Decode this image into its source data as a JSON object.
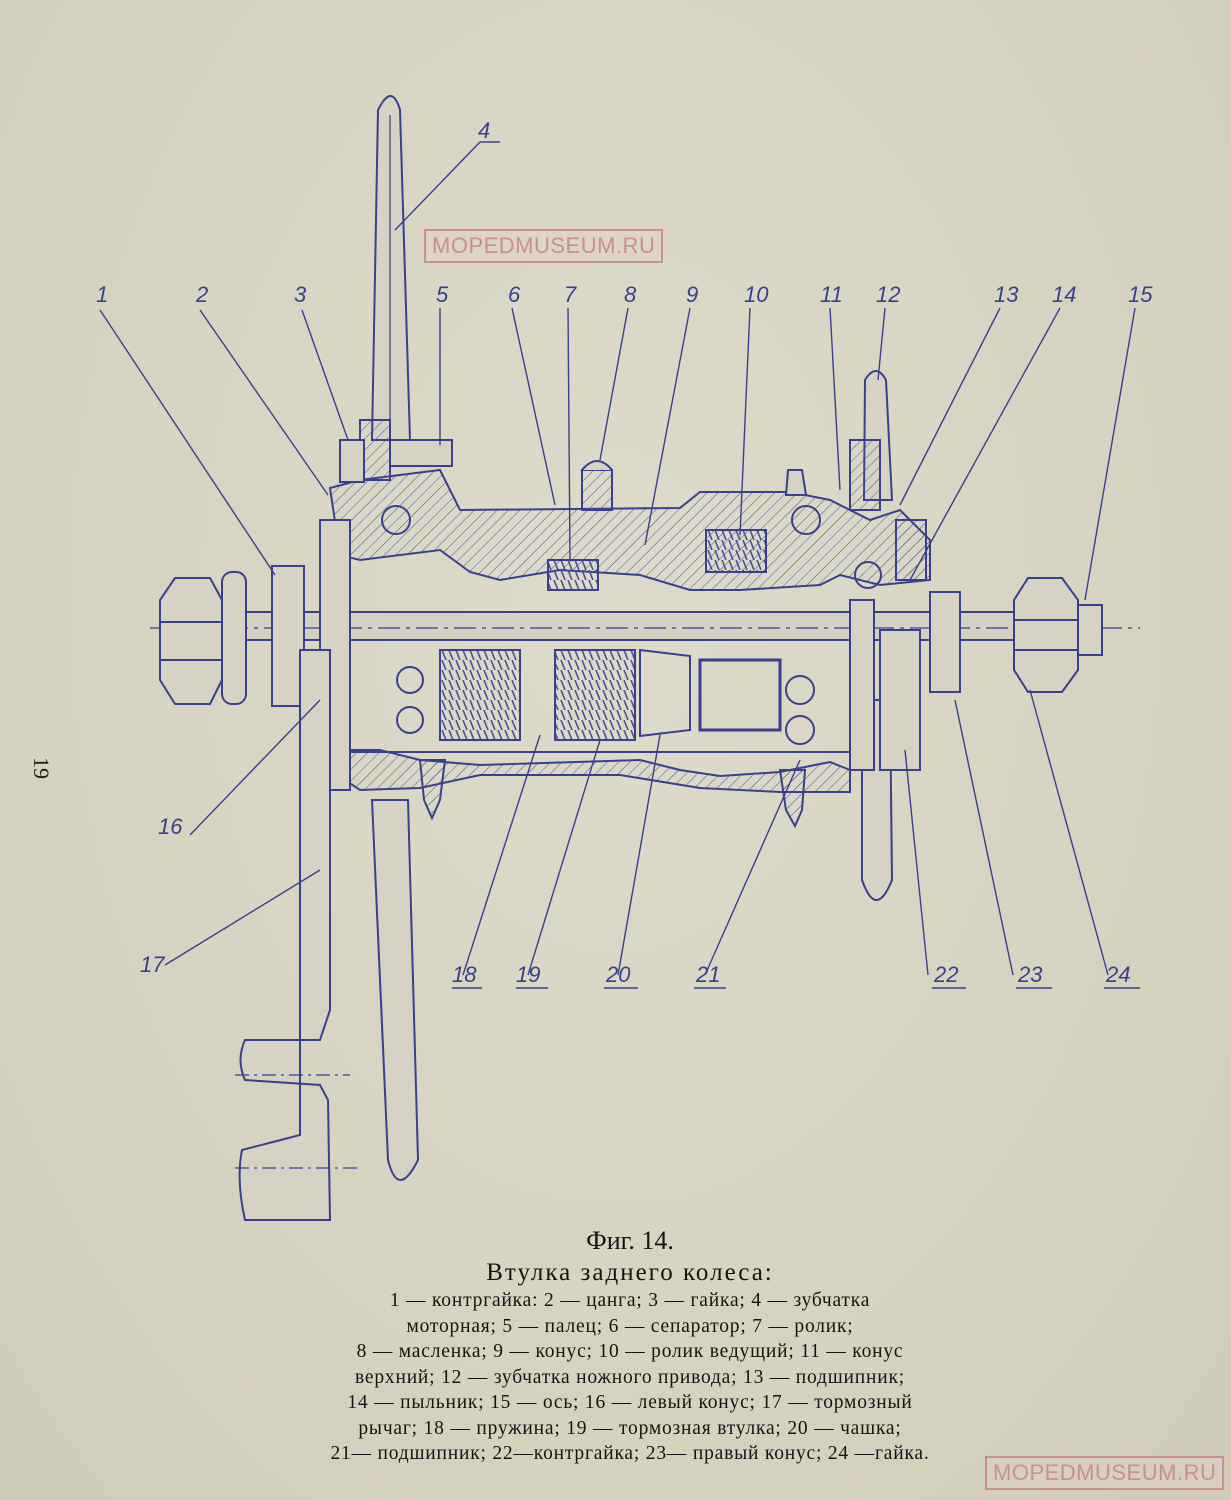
{
  "watermark": "MOPEDMUSEUM.RU",
  "page_number": "19",
  "figure": {
    "label": "Фиг. 14.",
    "title": "Втулка заднего колеса:",
    "legend_lines": [
      "1 — контргайка: 2 — цанга; 3 — гайка; 4 — зубчатка",
      "моторная; 5 — палец; 6 — сепаратор; 7 — ролик;",
      "8 — масленка; 9 — конус; 10 — ролик ведущий; 11 — конус",
      "верхний; 12 — зубчатка ножного привода; 13 — подшипник;",
      "14 — пыльник; 15 — ось; 16 — левый конус; 17 — тормозный",
      "рычаг; 18 — пружина; 19 — тормозная втулка; 20 — чашка;",
      "21— подшипник; 22—контргайка; 23— правый конус; 24 —гайка."
    ]
  },
  "callouts": {
    "c1": "1",
    "c2": "2",
    "c3": "3",
    "c4": "4",
    "c5": "5",
    "c6": "6",
    "c7": "7",
    "c8": "8",
    "c9": "9",
    "c10": "10",
    "c11": "11",
    "c12": "12",
    "c13": "13",
    "c14": "14",
    "c15": "15",
    "c16": "16",
    "c17": "17",
    "c18": "18",
    "c19": "19",
    "c20": "20",
    "c21": "21",
    "c22": "22",
    "c23": "23",
    "c24": "24"
  },
  "colors": {
    "ink": "#3a3f8f",
    "paper": "#d9d6c4",
    "stamp": "#c98f94"
  }
}
